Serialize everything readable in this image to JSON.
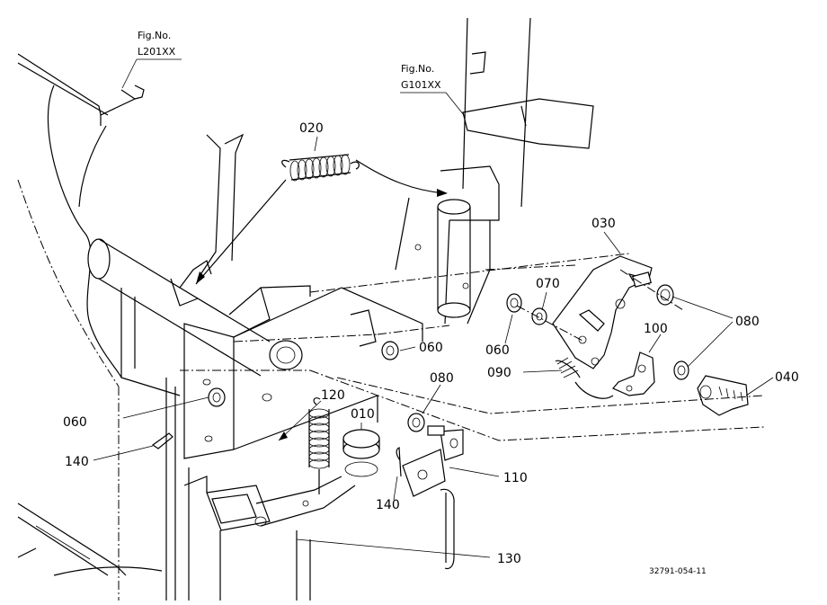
{
  "figure_refs": [
    {
      "title": "Fig.No.",
      "code": "L201XX"
    },
    {
      "title": "Fig.No.",
      "code": "G101XX"
    }
  ],
  "callouts": [
    {
      "id": "c-020",
      "text": "020"
    },
    {
      "id": "c-030",
      "text": "030"
    },
    {
      "id": "c-070",
      "text": "070"
    },
    {
      "id": "c-060a",
      "text": "060"
    },
    {
      "id": "c-060b",
      "text": "060"
    },
    {
      "id": "c-060c",
      "text": "060"
    },
    {
      "id": "c-080a",
      "text": "080"
    },
    {
      "id": "c-080b",
      "text": "080"
    },
    {
      "id": "c-100",
      "text": "100"
    },
    {
      "id": "c-090",
      "text": "090"
    },
    {
      "id": "c-040",
      "text": "040"
    },
    {
      "id": "c-120",
      "text": "120"
    },
    {
      "id": "c-010",
      "text": "010"
    },
    {
      "id": "c-110",
      "text": "110"
    },
    {
      "id": "c-140a",
      "text": "140"
    },
    {
      "id": "c-140b",
      "text": "140"
    },
    {
      "id": "c-130",
      "text": "130"
    }
  ],
  "drawing_code": "32791-054-11"
}
